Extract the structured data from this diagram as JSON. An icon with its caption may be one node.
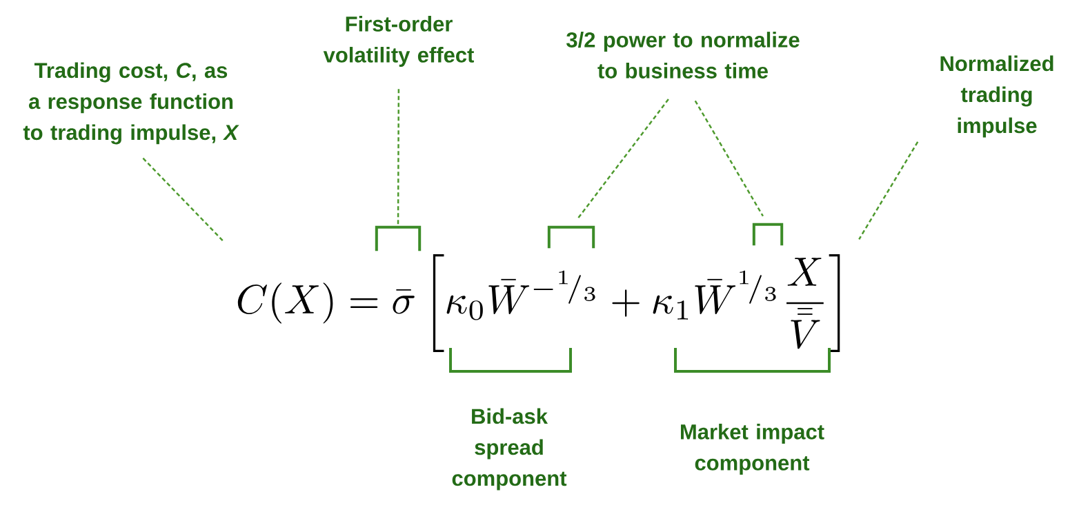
{
  "diagram": {
    "nodes": [
      {
        "text": [
          "Trading cost, *C*, as a response function to trading impulse, *X*"
        ]
      },
      {
        "text": [
          "First-order volatility effect"
        ]
      },
      {
        "text": [
          "3/2 power to normalize to business time"
        ]
      },
      {
        "text": [
          "Normalized trading impulse"
        ]
      },
      {
        "text": [
          "C(X) = \\bar{\\sigma}\\left[\\kappa_0\\bar{W}^{-{}^{1}\\!/{}_{3}}+\\kappa_1\\bar{W}^{{}^{1}\\!/{}_{3}}\\frac{X}{\\bar{\\bar{V}}}\\right]"
        ]
      },
      {
        "text": [],
        "shape": "bracket"
      },
      {
        "text": [],
        "shape": "bracket"
      },
      {
        "text": [],
        "shape": "bracket"
      }
    ],
    "edges": [
      {
        "from": 0,
        "to": 4,
        "arrow": "none",
        "style": "dashed"
      },
      {
        "from": 1,
        "to": 5,
        "arrow": "none",
        "style": "dashed"
      },
      {
        "from": 2,
        "to": 6,
        "arrow": "none",
        "style": "dashed"
      },
      {
        "from": 2,
        "to": 7,
        "arrow": "none",
        "style": "dashed"
      },
      {
        "from": 3,
        "to": 4,
        "arrow": "none",
        "style": "dashed"
      }
    ],
    "labels": [
      "Bid-ask spread component",
      "Market impact component"
    ]
  }
}
